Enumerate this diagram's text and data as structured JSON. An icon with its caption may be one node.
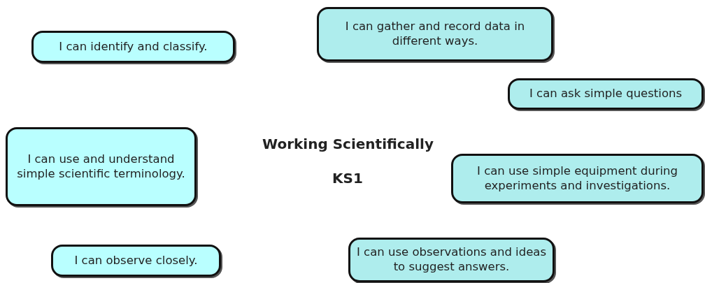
{
  "diagram": {
    "title": "Working Scientifically",
    "nodes": [
      {
        "text": [
          "I can identify and classify."
        ]
      },
      {
        "text": [
          "I can gather and record data in different ways."
        ]
      },
      {
        "text": [
          "I can ask simple questions"
        ]
      },
      {
        "text": [
          "I can use and understand simple scientific terminology."
        ]
      },
      {
        "text": [
          "I can use simple equipment during experiments and investigations."
        ]
      },
      {
        "text": [
          "I can observe closely."
        ]
      },
      {
        "text": [
          "I can use observations and ideas to suggest answers."
        ]
      }
    ],
    "labels": [
      "KS1"
    ]
  }
}
